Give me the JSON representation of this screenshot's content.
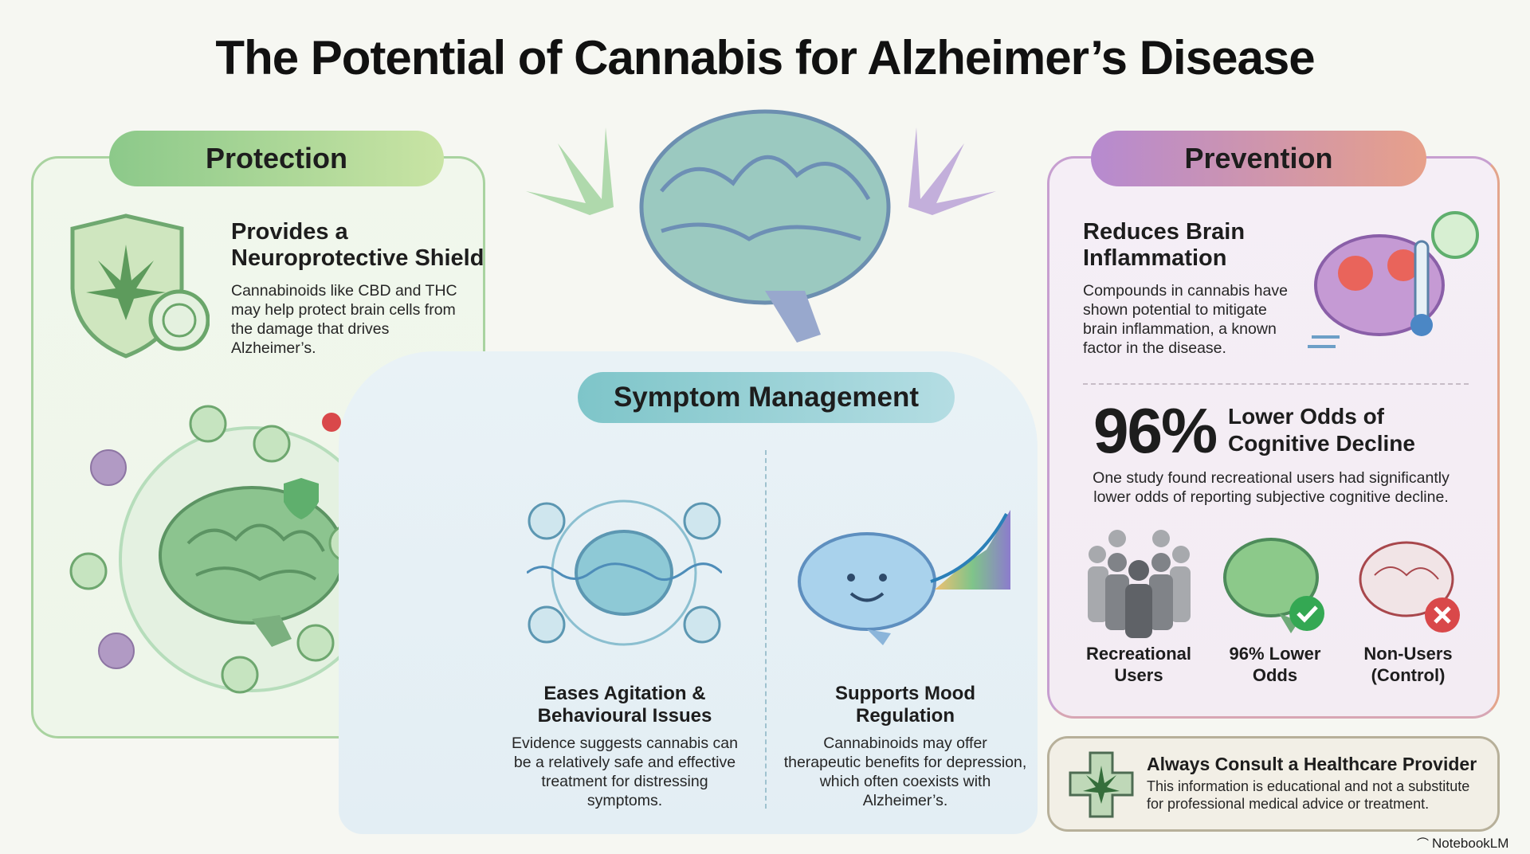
{
  "title": "The Potential of Cannabis for Alzheimer’s Disease",
  "protection": {
    "label": "Protection",
    "heading_line1": "Provides a",
    "heading_line2": "Neuroprotective Shield",
    "body": [
      "Cannabinoids like CBD and THC",
      "may help protect brain cells from",
      "the damage that drives",
      "Alzheimer’s."
    ]
  },
  "symptom": {
    "label": "Symptom Management",
    "items": [
      {
        "title_line1": "Eases Agitation &",
        "title_line2": "Behavioural Issues",
        "body": [
          "Evidence suggests cannabis can",
          "be a relatively safe and effective",
          "treatment for distressing",
          "symptoms."
        ]
      },
      {
        "title_line1": "Supports Mood",
        "title_line2": "Regulation",
        "body": [
          "Cannabinoids may offer",
          "therapeutic benefits for depression,",
          "which often coexists with",
          "Alzheimer’s."
        ]
      }
    ]
  },
  "prevention": {
    "label": "Prevention",
    "heading_line1": "Reduces Brain",
    "heading_line2": "Inflammation",
    "body": [
      "Compounds in cannabis have",
      "shown potential to mitigate",
      "brain inflammation, a known",
      "factor in the disease."
    ],
    "stat": {
      "value": "96%",
      "label_line1": "Lower Odds of",
      "label_line2": "Cognitive Decline"
    },
    "stat_body": [
      "One study found recreational users had significantly",
      "lower odds of reporting subjective cognitive decline."
    ],
    "groups": [
      {
        "line1": "Recreational",
        "line2": "Users",
        "icon": "people-group-icon"
      },
      {
        "line1": "96% Lower",
        "line2": "Odds",
        "icon": "healthy-brain-check-icon"
      },
      {
        "line1": "Non-Users",
        "line2": "(Control)",
        "icon": "brain-x-icon"
      }
    ]
  },
  "consult": {
    "title": "Always Consult a Healthcare Provider",
    "body": [
      "This information is educational and not a substitute",
      "for professional medical advice or treatment."
    ]
  },
  "brand": "NotebookLM",
  "colors": {
    "green": "#8cc98a",
    "teal": "#7ec5c9",
    "purple": "#b68ad0",
    "orange": "#e7a08a",
    "virus": "#d9484a"
  }
}
